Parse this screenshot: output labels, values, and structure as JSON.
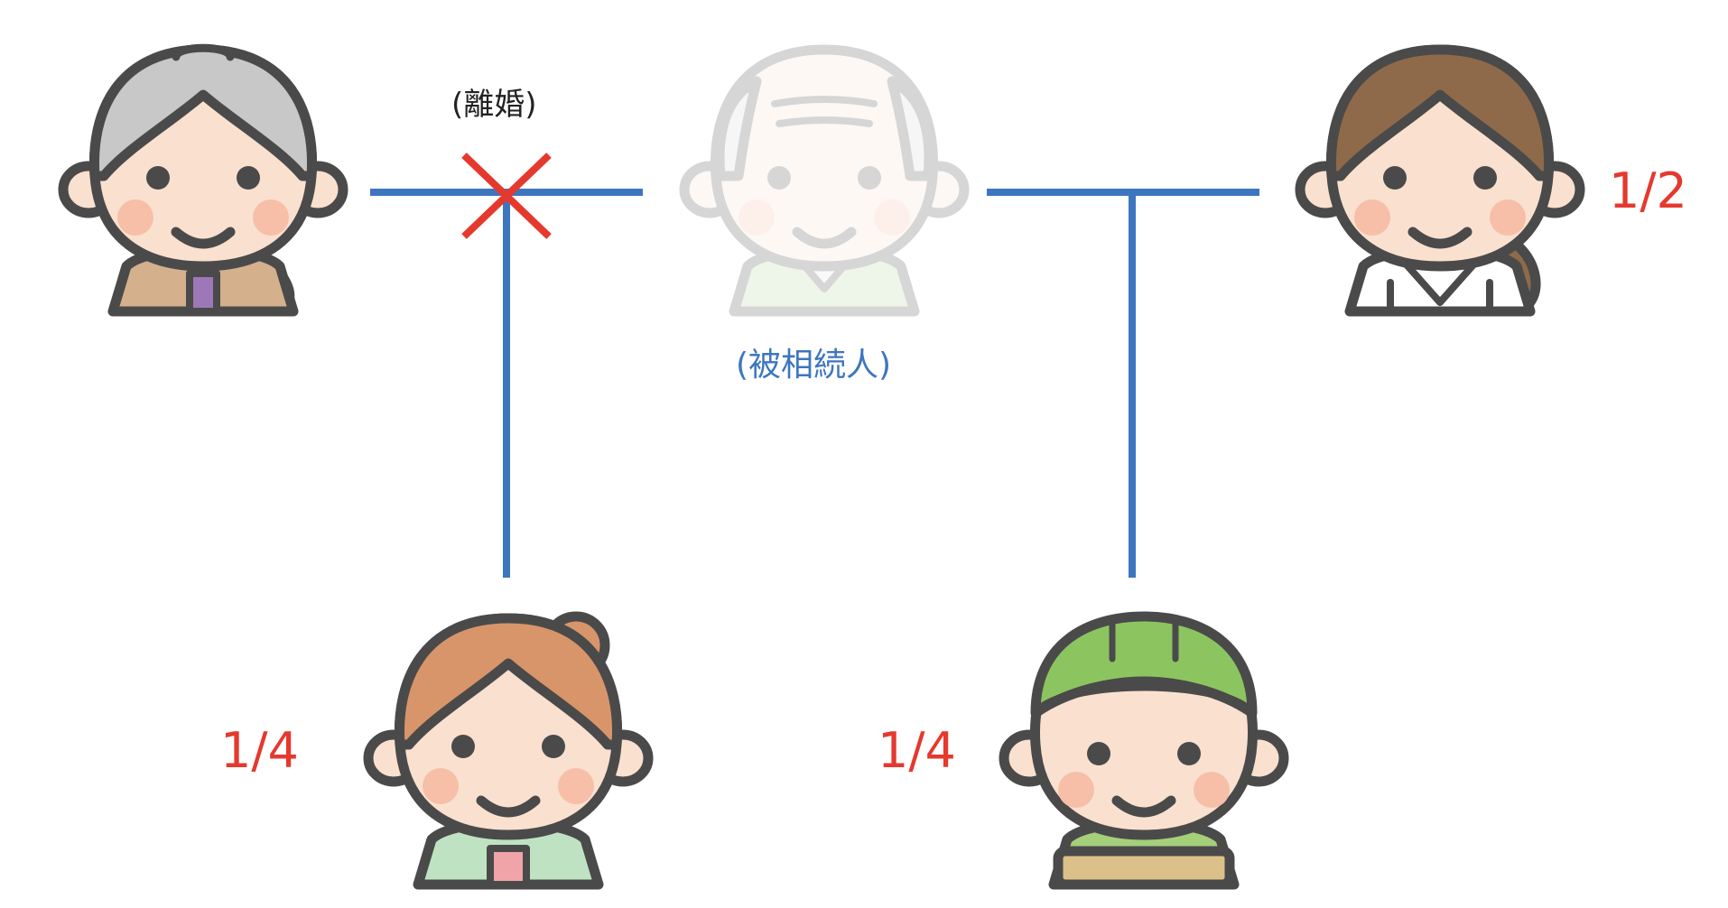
{
  "labels": {
    "divorce": "(離婚)",
    "decedent": "(被相続人)"
  },
  "shares": {
    "current_wife": "1/2",
    "child_of_first_marriage": "1/4",
    "child_of_second_marriage": "1/4"
  },
  "figures": [
    {
      "role": "ex-wife",
      "icon": "elderly-woman-icon"
    },
    {
      "role": "decedent",
      "icon": "elderly-man-icon",
      "faded": true
    },
    {
      "role": "current-wife",
      "icon": "woman-icon"
    },
    {
      "role": "daughter",
      "icon": "girl-icon"
    },
    {
      "role": "son",
      "icon": "boy-cap-icon"
    }
  ],
  "colors": {
    "line": "#3d76bf",
    "cross": "#e5392e",
    "share_text": "#e5392e",
    "decedent_text": "#3d76bf",
    "outline": "#4a4a4a",
    "skin": "#fae0cf",
    "cheek": "#f7bfa8"
  }
}
